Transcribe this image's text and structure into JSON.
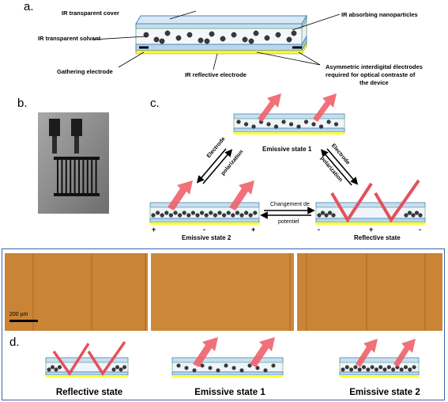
{
  "panel_a": {
    "letter": "a.",
    "labels": {
      "cover": "IR  transparent cover",
      "nanoparticles": "IR absorbing nanoparticles",
      "solvant": "IR transparent solvant",
      "gathering": "Gathering electrode",
      "reflective": "IR reflective electrode",
      "asymmetric_1": "Asymmetric interdigital électrodes",
      "asymmetric_2": "required for optical contraste of",
      "asymmetric_3": "the device"
    }
  },
  "panel_b": {
    "letter": "b."
  },
  "panel_c": {
    "letter": "c.",
    "emissive1": "Emissive state 1",
    "emissive2": "Emissive state 2",
    "reflective": "Reflective state",
    "left_arrow_1": "Electrode",
    "left_arrow_2": "polarization",
    "right_arrow_1": "Electrode",
    "right_arrow_2": "polarization",
    "bottom_arrow_1": "Changement de",
    "bottom_arrow_2": "potentiel",
    "signs_left": [
      "+",
      "-",
      "+"
    ],
    "signs_right": [
      "-",
      "+",
      "-"
    ]
  },
  "micrographs": {
    "scale": "200 µm"
  },
  "panel_d": {
    "letter": "d.",
    "states": [
      "Reflective state",
      "Emissive state 1",
      "Emissive state 2"
    ]
  },
  "colors": {
    "glass": "#cfe3f5",
    "glass_edge": "#5a8bb0",
    "electrode": "#ffff33",
    "red_arrow": "#f0606a",
    "micro_bg": "#c98436",
    "border": "#3a67a8"
  }
}
